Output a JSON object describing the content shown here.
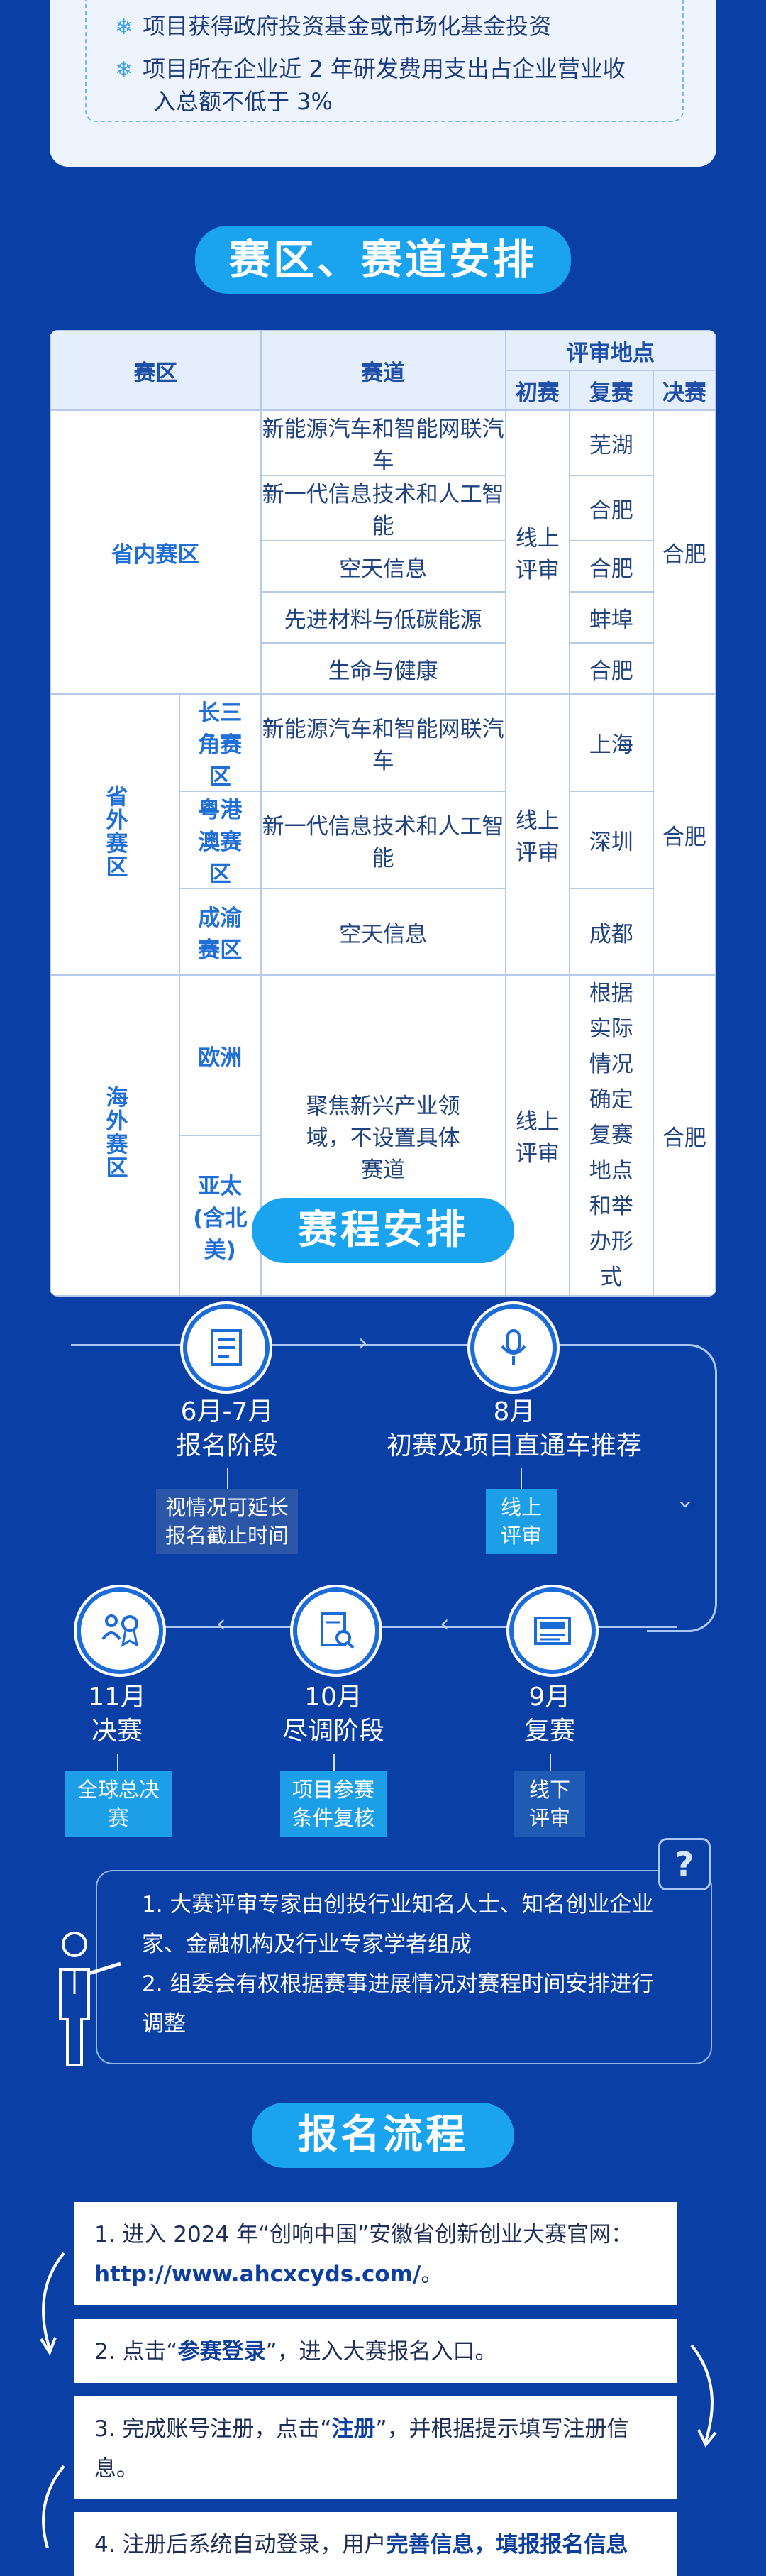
{
  "requirements": [
    "项目获得政府投资基金或市场化基金投资",
    "项目所在企业近 2 年研发费用支出占企业营业收",
    "入总额不低于 3%"
  ],
  "zones": {
    "title": "赛区、赛道安排",
    "headers": {
      "zone": "赛区",
      "track": "赛道",
      "venue": "评审地点",
      "preliminary": "初赛",
      "semifinal": "复赛",
      "final": "决赛"
    },
    "in_province": {
      "name": "省内赛区",
      "tracks": [
        "新能源汽车和智能网联汽车",
        "新一代信息技术和人工智能",
        "空天信息",
        "先进材料与低碳能源",
        "生命与健康"
      ],
      "preliminary": "线上评审",
      "semifinal": [
        "芜湖",
        "合肥",
        "合肥",
        "蚌埠",
        "合肥"
      ],
      "final": "合肥"
    },
    "out_province": {
      "name": "省外赛区",
      "subzones": [
        "长三角赛区",
        "粤港澳赛区",
        "成渝赛区"
      ],
      "tracks": [
        "新能源汽车和智能网联汽车",
        "新一代信息技术和人工智能",
        "空天信息"
      ],
      "preliminary": "线上评审",
      "semifinal": [
        "上海",
        "深圳",
        "成都"
      ],
      "final": "合肥"
    },
    "overseas": {
      "name": "海外赛区",
      "subzones": [
        "欧洲",
        "亚太(含北美)"
      ],
      "track": "聚焦新兴产业领域，不设置具体赛道",
      "preliminary": "线上评审",
      "semifinal": "根据实际情况确定复赛地点和举办形式",
      "final": "合肥"
    }
  },
  "schedule": {
    "title": "赛程安排",
    "stages": [
      {
        "date": "6月-7月",
        "name": "报名阶段",
        "tag": "视情况可延长报名截止时间",
        "icon": "document-list-icon"
      },
      {
        "date": "8月",
        "name": "初赛及项目直通车推荐",
        "tag": "线上评审",
        "icon": "microphone-icon"
      },
      {
        "date": "9月",
        "name": "复赛",
        "tag": "线下评审",
        "icon": "news-icon"
      },
      {
        "date": "10月",
        "name": "尽调阶段",
        "tag": "项目参赛条件复核",
        "icon": "search-document-icon"
      },
      {
        "date": "11月",
        "name": "决赛",
        "tag": "全球总决赛",
        "icon": "award-people-icon"
      }
    ],
    "notes": [
      "1. 大赛评审专家由创投行业知名人士、知名创业企业家、金融机构及行业专家学者组成",
      "2. 组委会有权根据赛事进展情况对赛程时间安排进行调整"
    ]
  },
  "registration": {
    "title": "报名流程",
    "step1_text": "1. 进入 2024 年“创响中国”安徽省创新创业大赛官网：",
    "step1_link": "http://www.ahcxcyds.com/",
    "step1_end": "。",
    "step2_a": "2. 点击“",
    "step2_b": "参赛登录",
    "step2_c": "”，进入大赛报名入口。",
    "step3_a": "3. 完成账号注册，点击“",
    "step3_b": "注册",
    "step3_c": "”，并根据提示填写注册信息。",
    "step4_a": "4. 注册后系统自动登录，用户",
    "step4_b": "完善信息，填报报名信息"
  }
}
